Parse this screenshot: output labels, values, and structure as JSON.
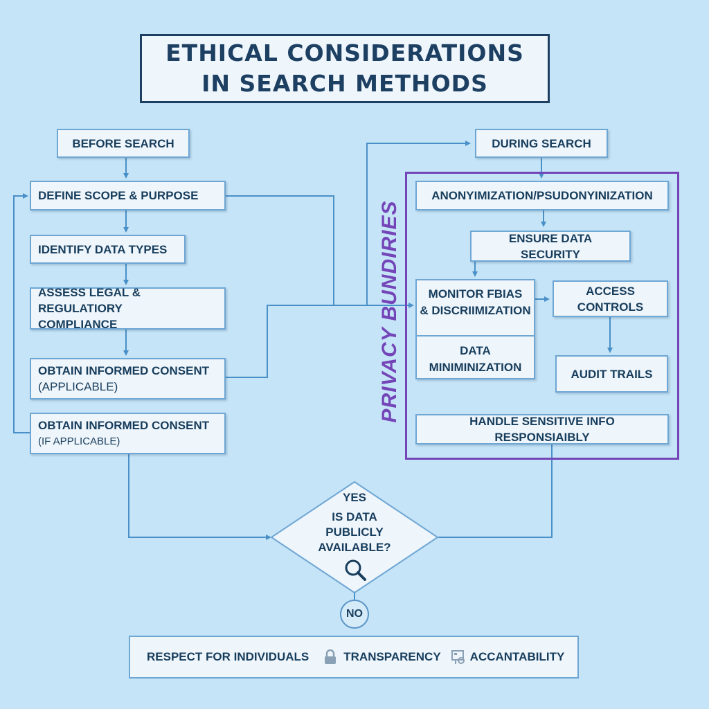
{
  "title": {
    "line1": "ETHICAL CONSIDERATIONS",
    "line2": "IN SEARCH METHODS"
  },
  "before": {
    "header": "BEFORE SEARCH",
    "define_scope": "DEFINE SCOPE & PURPOSE",
    "identify_data": "IDENTIFY DATA TYPES",
    "assess_legal_line1": "ASSESS LEGAL & REGULATIORY",
    "assess_legal_line2": "COMPLIANCE",
    "consent1_line1": "OBTAIN INFORMED CONSENT",
    "consent1_line2": "(APPLICABLE)",
    "consent2_line1": "OBTAIN INFORMED CONSENT",
    "consent2_line2": "(IF APPLICABLE)"
  },
  "during": {
    "header": "DURING SEARCH",
    "privacy_label": "PRIVACY BUNDIRIES",
    "anonymization": "ANONYIMIZATION/PSUDONYINIZATION",
    "data_security": "ENSURE DATA SECURITY",
    "monitor_line1": "MONITOR FBIAS",
    "monitor_line2": "& DISCRIIMIZATION",
    "minimization_line1": "DATA",
    "minimization_line2": "MINIMINIZATION",
    "access_controls": "ACCESS CONTROLS",
    "audit_trails": "AUDIT TRAILS",
    "handle_sensitive": "HANDLE SENSITIVE INFO RESPONSIAIBLY"
  },
  "decision": {
    "yes": "YES",
    "question_line1": "IS DATA",
    "question_line2": "PUBLICLY",
    "question_line3": "AVAILABLE?",
    "no": "NO"
  },
  "footer": {
    "respect": "RESPECT FOR INDIVIDUALS",
    "transparency": "TRANSPARENCY",
    "accountability": "ACCANTABILITY"
  },
  "icons": [
    "magnifier-icon",
    "lock-icon",
    "security-badge-icon"
  ],
  "colors": {
    "background": "#c6e4f7",
    "connector": "#4a90c8",
    "privacy_frame": "#7445b8",
    "title_border": "#1d3f62"
  }
}
